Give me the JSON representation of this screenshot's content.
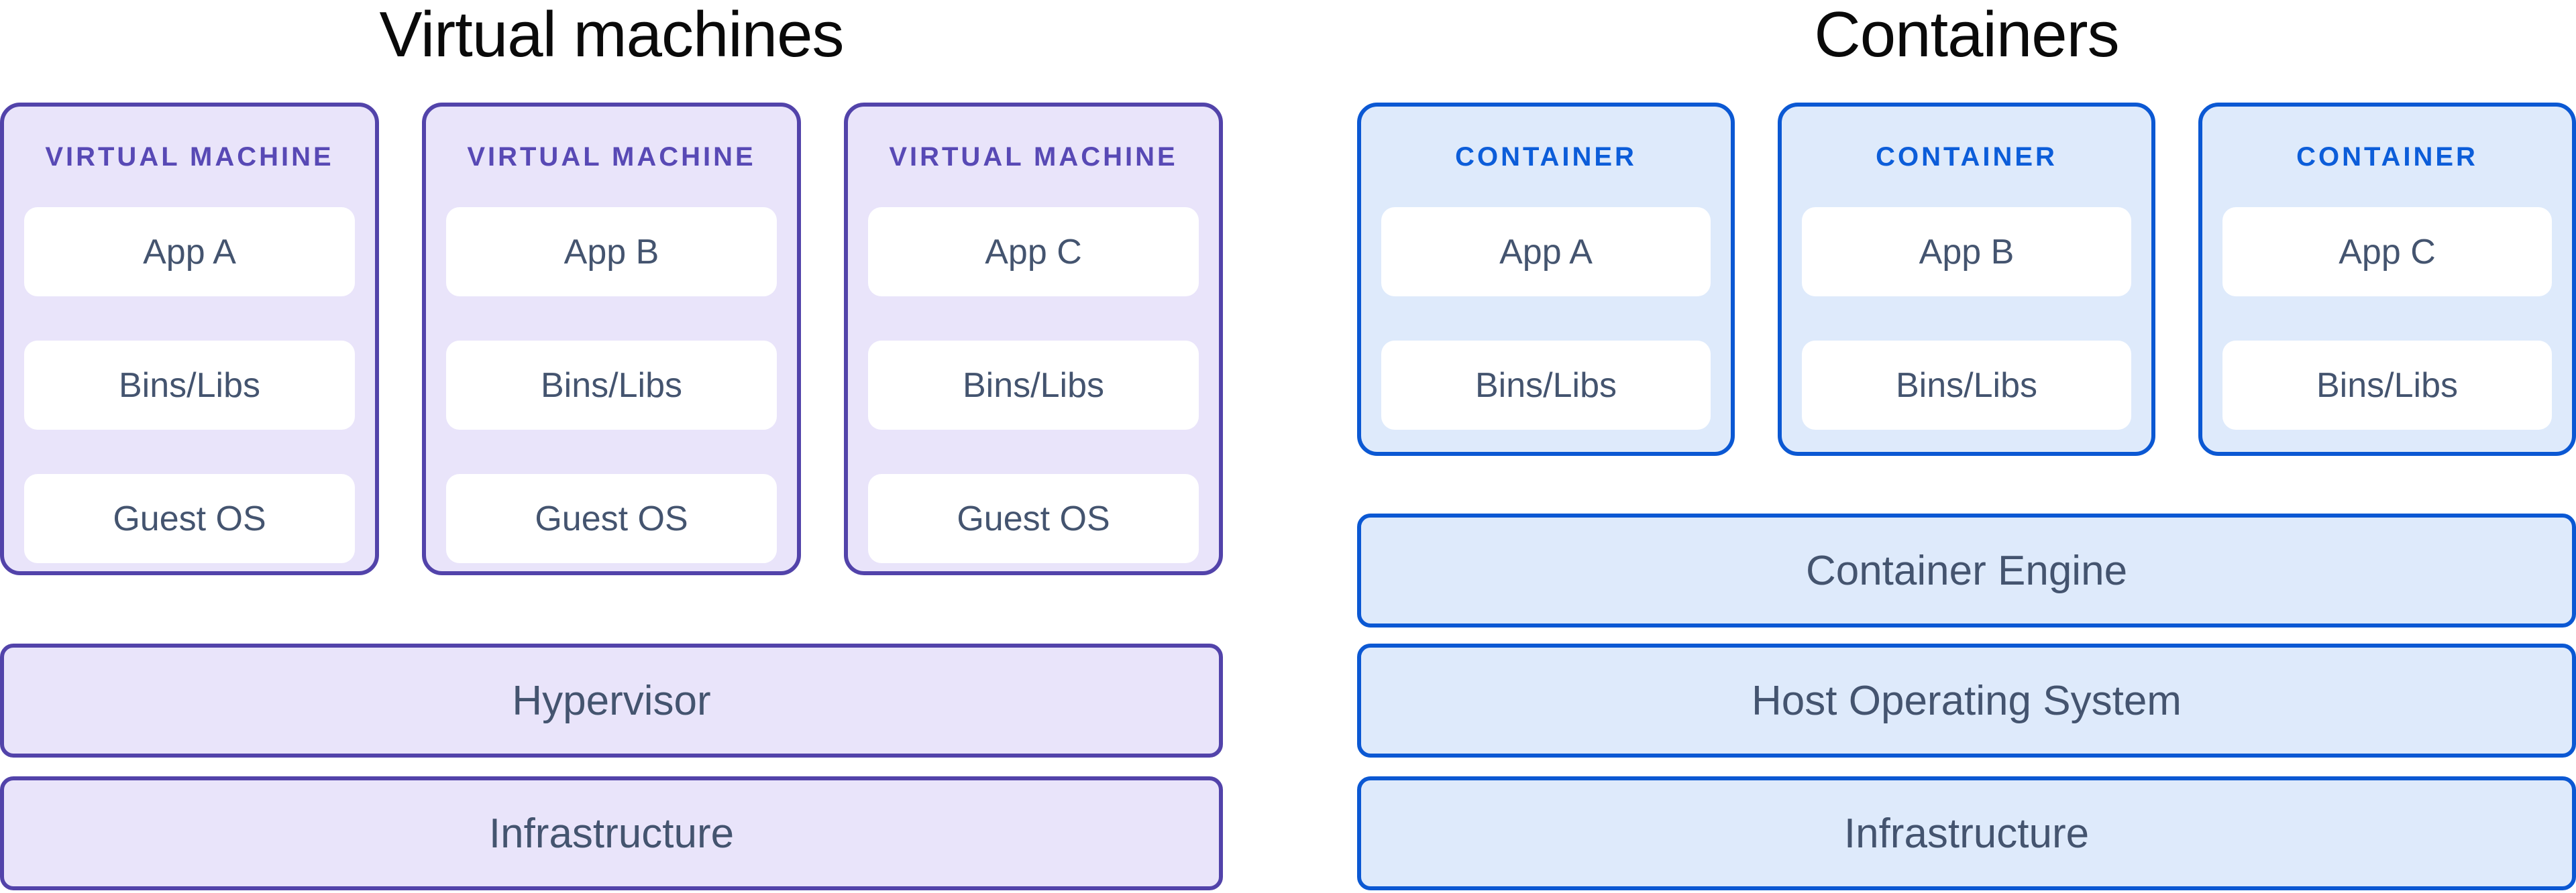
{
  "left": {
    "title": "Virtual machines",
    "cards": [
      {
        "header": "VIRTUAL MACHINE",
        "boxes": [
          "App A",
          "Bins/Libs",
          "Guest OS"
        ]
      },
      {
        "header": "VIRTUAL MACHINE",
        "boxes": [
          "App B",
          "Bins/Libs",
          "Guest OS"
        ]
      },
      {
        "header": "VIRTUAL MACHINE",
        "boxes": [
          "App C",
          "Bins/Libs",
          "Guest OS"
        ]
      }
    ],
    "bars": [
      "Hypervisor",
      "Infrastructure"
    ]
  },
  "right": {
    "title": "Containers",
    "cards": [
      {
        "header": "CONTAINER",
        "boxes": [
          "App A",
          "Bins/Libs"
        ]
      },
      {
        "header": "CONTAINER",
        "boxes": [
          "App B",
          "Bins/Libs"
        ]
      },
      {
        "header": "CONTAINER",
        "boxes": [
          "App C",
          "Bins/Libs"
        ]
      }
    ],
    "bars": [
      "Container Engine",
      "Host Operating System",
      "Infrastructure"
    ]
  },
  "colors": {
    "vm_border": "#5243aa",
    "vm_fill": "#e9e4fa",
    "vm_header_text": "#5849b5",
    "container_border": "#0b58d3",
    "container_fill": "#deeafb",
    "container_header_text": "#0c5dd9",
    "inner_text": "#44546f",
    "title_text": "#0a0a0a",
    "inner_box_fill": "#ffffff"
  }
}
